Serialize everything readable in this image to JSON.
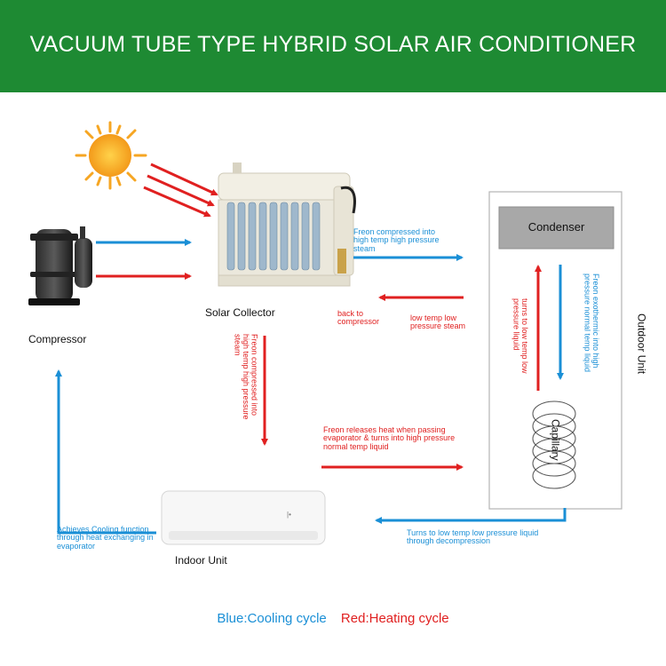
{
  "title": "VACUUM TUBE TYPE HYBRID SOLAR AIR CONDITIONER",
  "colors": {
    "banner": "#1e8a33",
    "blue": "#1a8fd6",
    "red": "#e02020"
  },
  "nodes": {
    "compressor": "Compressor",
    "solar_collector": "Solar Collector",
    "outdoor_unit": "Outdoor Unit",
    "condenser": "Condenser",
    "capillary": "Capillary",
    "indoor_unit": "Indoor Unit"
  },
  "annotations": {
    "freon_compressed_right": "Freon compressed into high temp high pressure steam",
    "back_to_compressor": "back to compressor",
    "low_temp_low_pressure_steam": "low temp low pressure steam",
    "freon_compressed_down": "Freon compressed into high temp high pressure steam",
    "turns_low_temp_liquid": "turns to low temp low pressure liquid",
    "freon_exothermic": "Freon exothermic into high pressure normal temp liquid",
    "freon_releases_heat": "Freon releases heat when passing evaporator & turns into high pressure normal temp liquid",
    "turns_low_temp_decompression": "Turns to low temp low pressure liquid through decompression",
    "achieves_cooling": "Achieves Cooling function through heat exchanging in evaporator"
  },
  "legend": {
    "blue": "Blue:Cooling cycle",
    "red": "Red:Heating cycle"
  },
  "icons": [
    "sun-icon",
    "compressor-icon",
    "solar-collector-icon",
    "indoor-unit-icon",
    "capillary-coil-icon"
  ]
}
